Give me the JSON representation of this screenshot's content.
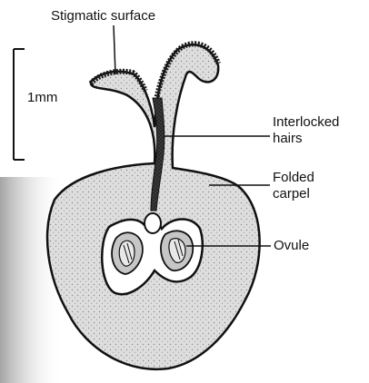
{
  "labels": {
    "stigmatic_surface": "Stigmatic surface",
    "scale": "1mm",
    "interlocked_hairs_line1": "Interlocked",
    "interlocked_hairs_line2": "hairs",
    "folded_carpel_line1": "Folded",
    "folded_carpel_line2": "carpel",
    "ovule": "Ovule"
  },
  "colors": {
    "outline": "#111111",
    "tissue_fill": "#dcdcdc",
    "cavity_fill": "#ffffff",
    "hairs_fill": "#2a2a2a",
    "ovule_fill": "#bdbdbd",
    "shadow_edge": "#6f6f6f"
  }
}
